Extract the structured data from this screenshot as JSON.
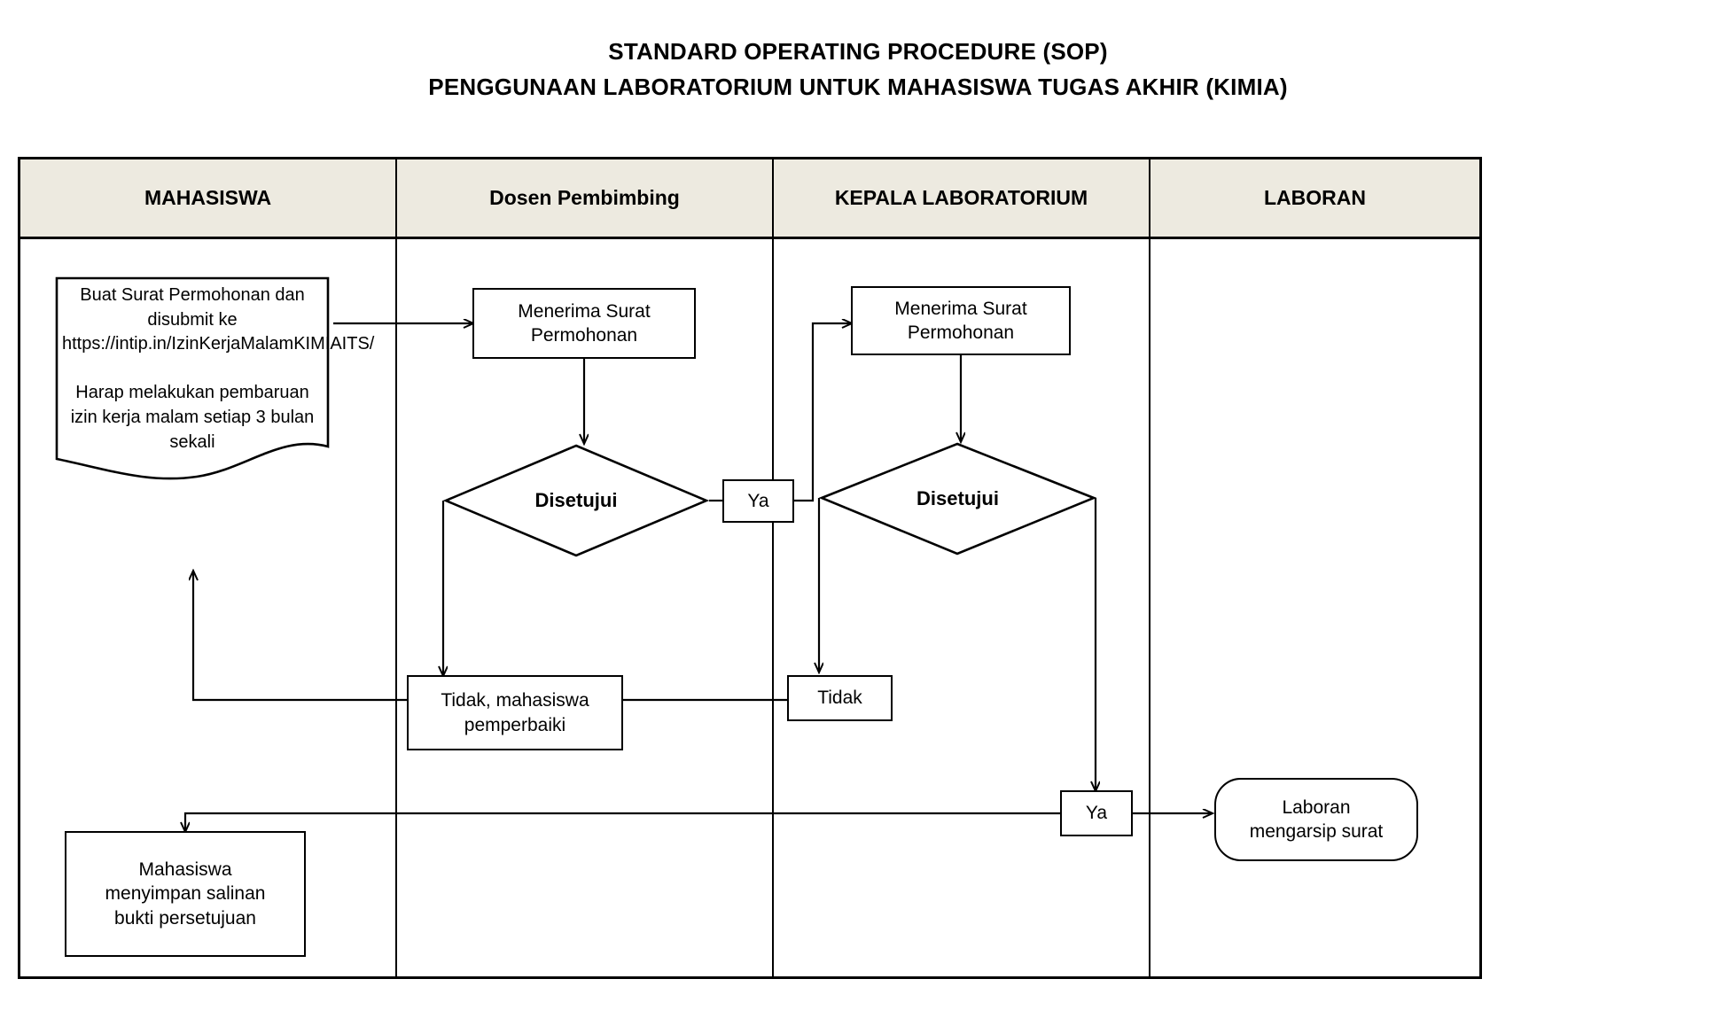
{
  "title": {
    "line1": "STANDARD OPERATING PROCEDURE (SOP)",
    "line2": "PENGGUNAAN LABORATORIUM UNTUK MAHASISWA TUGAS AKHIR (KIMIA)"
  },
  "colors": {
    "header_background": "#EDEAE0",
    "line": "#000000",
    "page_background": "#FFFFFF"
  },
  "swimlane": {
    "headers": [
      {
        "label": "MAHASISWA"
      },
      {
        "label": "Dosen Pembimbing"
      },
      {
        "label": "KEPALA LABORATORIUM"
      },
      {
        "label": "LABORAN"
      }
    ]
  },
  "nodes": {
    "buat_surat": "Buat Surat Permohonan dan disubmit ke https://intip.in/IzinKerjaMalamKIMIAITS/\n\nHarap melakukan pembaruan izin kerja malam setiap 3 bulan sekali",
    "menerima_surat_dosen": "Menerima Surat\nPermohonan",
    "disetujui_dosen": "Disetujui",
    "ya_dosen": "Ya",
    "tidak_mahasiswa_perbaiki": "Tidak, mahasiswa\npemperbaiki",
    "menerima_surat_kepala": "Menerima Surat\nPermohonan",
    "disetujui_kepala": "Disetujui",
    "tidak_kepala": "Tidak",
    "ya_kepala": "Ya",
    "laboran_mengarsip": "Laboran\nmengarsip surat",
    "mahasiswa_menyimpan": "Mahasiswa\nmenyimpan salinan\nbukti persetujuan"
  }
}
